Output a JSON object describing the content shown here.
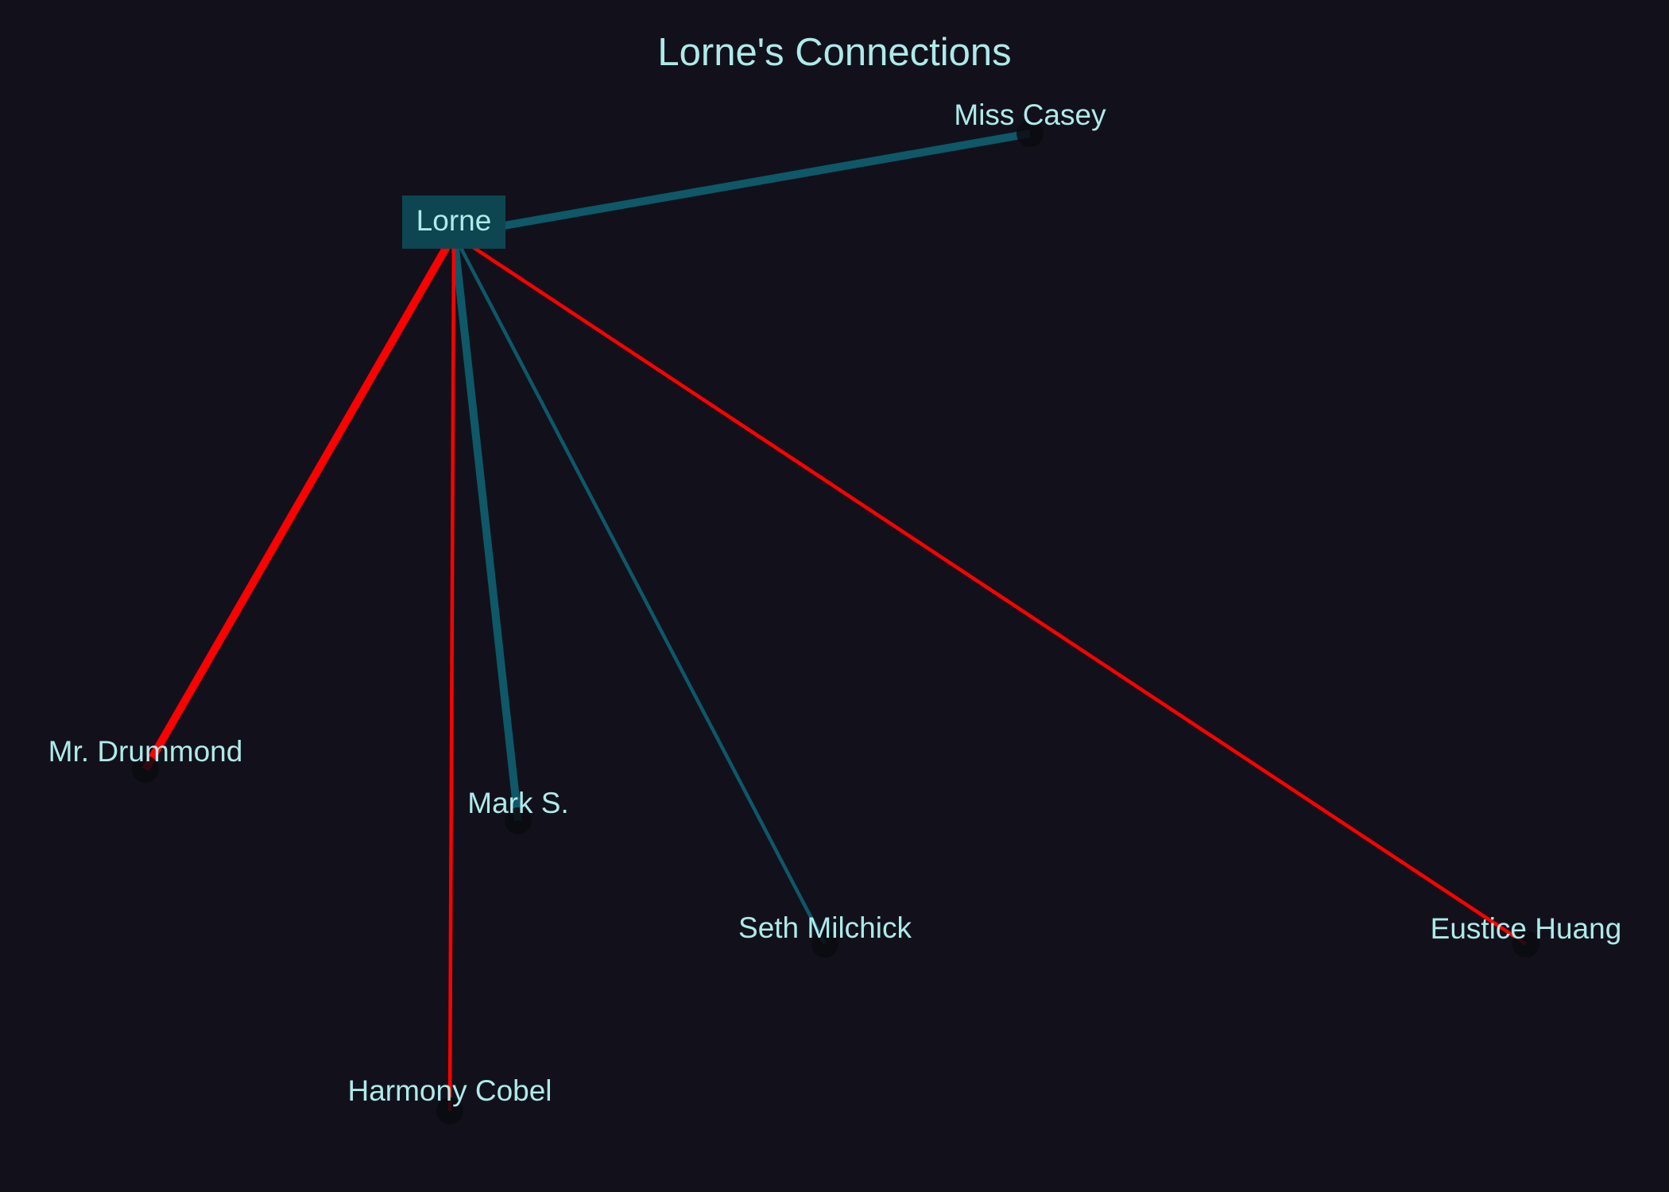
{
  "title": "Lorne's Connections",
  "center": {
    "name": "Lorne"
  },
  "colors": {
    "background": "#12111b",
    "text": "#aeeaea",
    "ally": "#0e5868",
    "rival": "#ff0000",
    "center_box": "#0d4650"
  },
  "connections": [
    {
      "name": "Miss Casey",
      "relation": "ally",
      "strength": "strong"
    },
    {
      "name": "Mr. Drummond",
      "relation": "rival",
      "strength": "strong"
    },
    {
      "name": "Mark S.",
      "relation": "ally",
      "strength": "strong"
    },
    {
      "name": "Harmony Cobel",
      "relation": "rival",
      "strength": "weak"
    },
    {
      "name": "Seth Milchick",
      "relation": "ally",
      "strength": "weak"
    },
    {
      "name": "Eustice Huang",
      "relation": "rival",
      "strength": "weak"
    }
  ]
}
